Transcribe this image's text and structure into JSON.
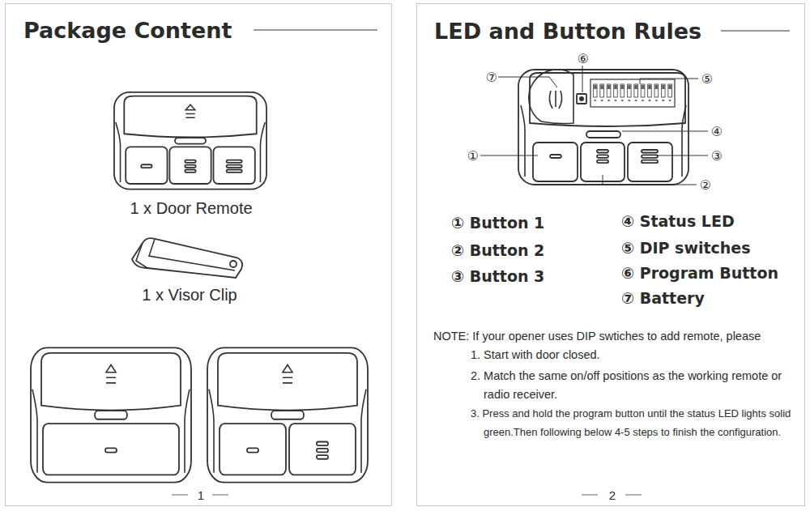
{
  "diagram": {
    "nodes": [
      {
        "text": [
          "Package Content",
          "1 x Door Remote",
          "1 x Visor Clip",
          "1"
        ]
      },
      {
        "text": [
          "LED and Button Rules",
          "⑦",
          "⑥",
          "⑤",
          "④",
          "①",
          "③",
          "②",
          "① Button 1",
          "② Button 2",
          "③ Button 3",
          "④ Status LED",
          "⑤ DIP switches",
          "⑥ Program Button",
          "⑦ Battery",
          "NOTE: If your opener uses DIP swtiches to add remote, please",
          "1. Start with door closed.",
          "2. Match the same on/off positions as the working remote or radio receiver.",
          "3. Press and hold the program button until the status LED lights solid green.Then following below 4-5 steps to finish the configuration.",
          "2"
        ]
      }
    ]
  }
}
